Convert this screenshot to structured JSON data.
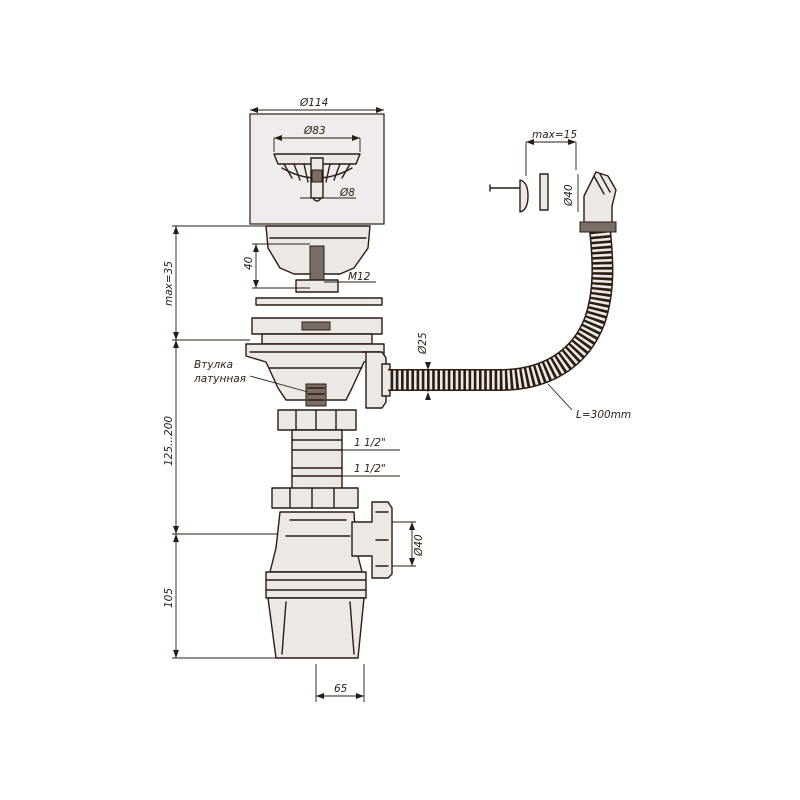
{
  "dimensions": {
    "d114": "Ø114",
    "d83": "Ø83",
    "d8": "Ø8",
    "h40": "40",
    "m12": "M12",
    "max35": "max=35",
    "d25": "Ø25",
    "range": "125...200",
    "thread_upper": "1 1/2\"",
    "thread_lower": "1 1/2\"",
    "d40_outlet": "Ø40",
    "h105": "105",
    "w65": "65",
    "max15": "max=15",
    "d40_overflow": "Ø40",
    "hose_length": "L=300mm"
  },
  "labels": {
    "bushing_line1": "Втулка",
    "bushing_line2": "латунная"
  },
  "colors": {
    "ink": "#2b1d12",
    "fill_light": "#ebe8e6",
    "fill_dark": "#7a6d66"
  }
}
